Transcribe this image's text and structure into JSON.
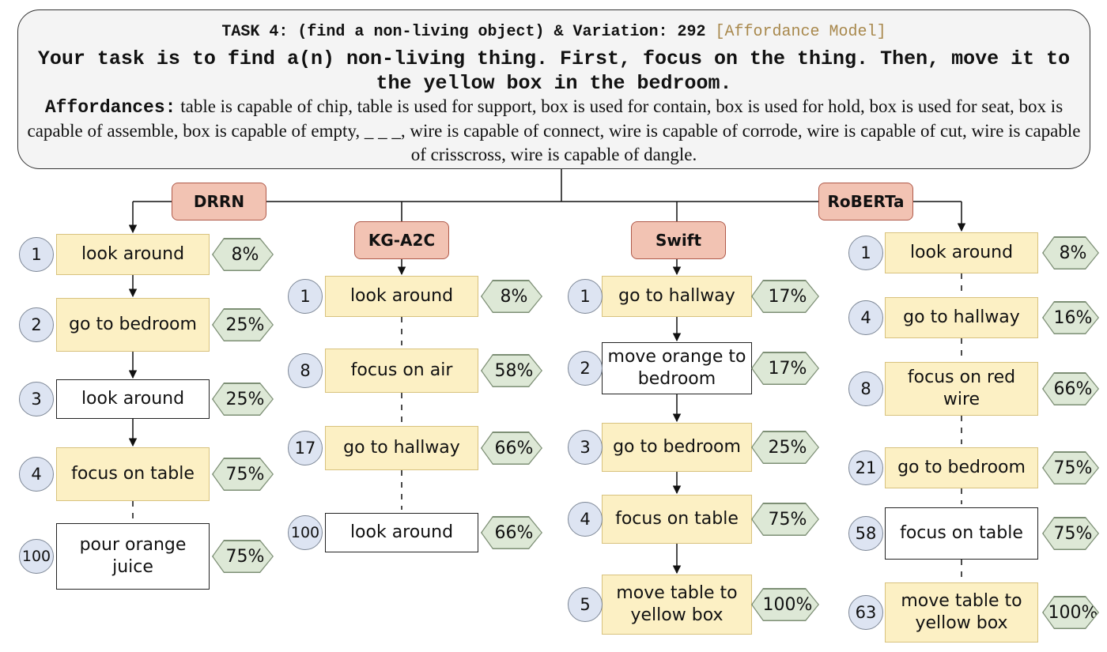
{
  "task": {
    "header": "TASK 4: (find a non-living object) & Variation: 292",
    "model_tag": "[Affordance Model]",
    "description": "Your task is to find a(n) non-living thing. First, focus on the thing. Then, move it to the yellow box in the bedroom.",
    "affordances_label": "Affordances:",
    "affordances_text": "table is capable of chip, table is used for support, box is used for contain, box is used for hold, box is used for seat, box is capable of assemble, box is capable of empty, _ _ _, wire is capable of connect, wire is capable of corrode, wire is capable of cut, wire is capable of crisscross, wire is capable of dangle."
  },
  "colors": {
    "agent_fill": "#f2c3b3",
    "highlight_fill": "#fcf0c4",
    "plain_fill": "#ffffff",
    "step_fill": "#dde4f2",
    "score_fill": "#dde8d6"
  },
  "agents": [
    {
      "name": "DRRN",
      "steps": [
        {
          "step": "1",
          "action": "look around",
          "score": "8%",
          "highlight": true
        },
        {
          "step": "2",
          "action": "go to bedroom",
          "score": "25%",
          "highlight": true
        },
        {
          "step": "3",
          "action": "look around",
          "score": "25%",
          "highlight": false
        },
        {
          "step": "4",
          "action": "focus on table",
          "score": "75%",
          "highlight": true
        },
        {
          "step": "100",
          "action": "pour orange juice",
          "score": "75%",
          "highlight": false
        }
      ]
    },
    {
      "name": "KG-A2C",
      "steps": [
        {
          "step": "1",
          "action": "look around",
          "score": "8%",
          "highlight": true
        },
        {
          "step": "8",
          "action": "focus on air",
          "score": "58%",
          "highlight": true
        },
        {
          "step": "17",
          "action": "go to hallway",
          "score": "66%",
          "highlight": true
        },
        {
          "step": "100",
          "action": "look around",
          "score": "66%",
          "highlight": false
        }
      ]
    },
    {
      "name": "Swift",
      "steps": [
        {
          "step": "1",
          "action": "go to hallway",
          "score": "17%",
          "highlight": true
        },
        {
          "step": "2",
          "action": "move orange to bedroom",
          "score": "17%",
          "highlight": false
        },
        {
          "step": "3",
          "action": "go to bedroom",
          "score": "25%",
          "highlight": true
        },
        {
          "step": "4",
          "action": "focus on table",
          "score": "75%",
          "highlight": true
        },
        {
          "step": "5",
          "action": "move table to yellow box",
          "score": "100%",
          "highlight": true
        }
      ]
    },
    {
      "name": "RoBERTa",
      "steps": [
        {
          "step": "1",
          "action": "look around",
          "score": "8%",
          "highlight": true
        },
        {
          "step": "4",
          "action": "go to hallway",
          "score": "16%",
          "highlight": true
        },
        {
          "step": "8",
          "action": "focus on red wire",
          "score": "66%",
          "highlight": true
        },
        {
          "step": "21",
          "action": "go to bedroom",
          "score": "75%",
          "highlight": true
        },
        {
          "step": "58",
          "action": "focus on table",
          "score": "75%",
          "highlight": false
        },
        {
          "step": "63",
          "action": "move table to yellow box",
          "score": "100%",
          "highlight": true
        }
      ]
    }
  ]
}
